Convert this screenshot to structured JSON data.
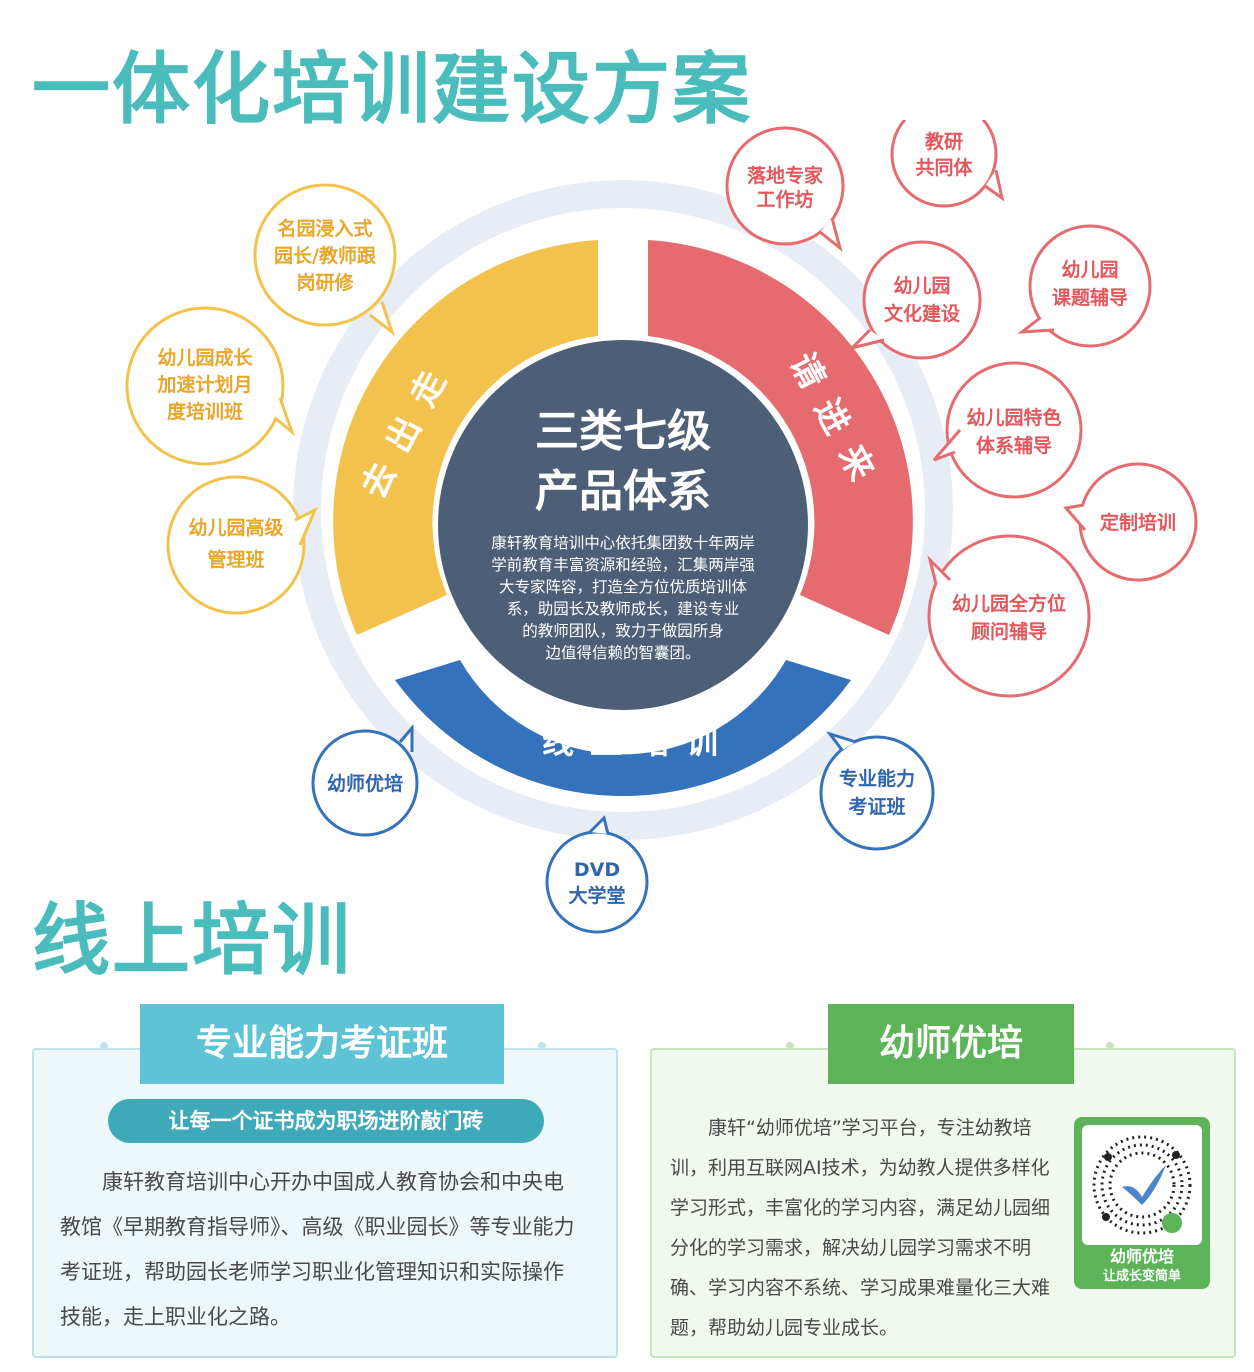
{
  "title": "一体化培训建设方案",
  "center": {
    "title_line1": "三类七级",
    "title_line2": "产品体系",
    "description": [
      "康轩教育培训中心依托集团数十年两岸",
      "学前教育丰富资源和经验，汇集两岸强",
      "大专家阵容，打造全方位优质培训体",
      "系，助园长及教师成长，建设专业",
      "的教师团队，致力于做园所身",
      "边值得信赖的智囊团。"
    ]
  },
  "segments": {
    "go_out": "去出走",
    "invite_in": "请进来",
    "online": "线上培训"
  },
  "bubbles_yellow": {
    "b1": [
      "名园浸入式",
      "园长/教师跟",
      "岗研修"
    ],
    "b2": [
      "幼儿园成长",
      "加速计划月",
      "度培训班"
    ],
    "b3": [
      "幼儿园高级",
      "管理班"
    ]
  },
  "bubbles_red": {
    "b1": [
      "落地专家",
      "工作坊"
    ],
    "b2": [
      "教研",
      "共同体"
    ],
    "b3": [
      "幼儿园",
      "文化建设"
    ],
    "b4": [
      "幼儿园",
      "课题辅导"
    ],
    "b5": [
      "幼儿园特色",
      "体系辅导"
    ],
    "b6": [
      "定制培训"
    ],
    "b7": [
      "幼儿园全方位",
      "顾问辅导"
    ]
  },
  "bubbles_blue": {
    "b1": [
      "幼师优培"
    ],
    "b2": [
      "DVD",
      "大学堂"
    ],
    "b3": [
      "专业能力",
      "考证班"
    ]
  },
  "colors": {
    "teal": "#4bbcbc",
    "yellow": "#f3c24c",
    "red": "#e56b6e",
    "blue": "#3572bc",
    "navy": "#4d5f77",
    "green": "#5db458"
  },
  "online_section": {
    "title": "线上培训",
    "cert": {
      "tab": "专业能力考证班",
      "slogan": "让每一个证书成为职场进阶敲门砖",
      "text": "康轩教育培训中心开办中国成人教育协会和中央电教馆《早期教育指导师》、高级《职业园长》等专业能力考证班，帮助园长老师学习职业化管理知识和实际操作技能，走上职业化之路。"
    },
    "youshi": {
      "tab": "幼师优培",
      "text": "康轩“幼师优培”学习平台，专注幼教培训，利用互联网AI技术，为幼教人提供多样化学习形式，丰富化的学习内容，满足幼儿园细分化的学习需求，解决幼儿园学习需求不明确、学习内容不系统、学习成果难量化三大难题，帮助幼儿园专业成长。",
      "qr_label": "幼师优培",
      "qr_sub": "让成长变简单"
    }
  }
}
